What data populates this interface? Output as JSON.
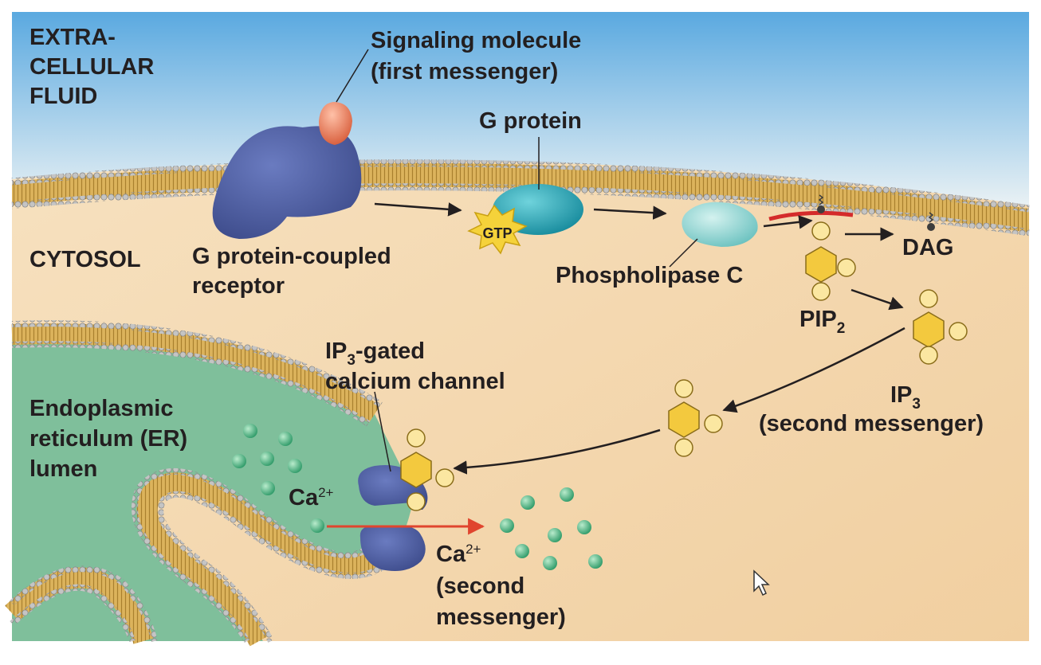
{
  "labels": {
    "extracellular": [
      "EXTRA-",
      "CELLULAR",
      "FLUID"
    ],
    "cytosol": "CYTOSOL",
    "signaling_molecule": [
      "Signaling molecule",
      "(first messenger)"
    ],
    "g_protein": "G protein",
    "gpcr": [
      "G protein-coupled",
      "receptor"
    ],
    "gtp": "GTP",
    "phospholipase": "Phospholipase C",
    "dag": "DAG",
    "pip": {
      "base": "PIP",
      "sub": "2"
    },
    "ip3": {
      "base": "IP",
      "sub": "3",
      "caption": "(second messenger)"
    },
    "channel": {
      "base": "IP",
      "sub": "3",
      "rest": "-gated",
      "line2": "calcium channel"
    },
    "er": [
      "Endoplasmic",
      "reticulum (ER)",
      "lumen"
    ],
    "ca_inside": {
      "base": "Ca",
      "sup": "2+"
    },
    "ca_outside": {
      "base": "Ca",
      "sup": "2+",
      "line2": "(second",
      "line3": "messenger)"
    }
  },
  "colors": {
    "extracellular_top": "#5aa9e0",
    "extracellular_bottom": "#e9f1f4",
    "cytosol": "#f6dcb6",
    "membrane_head": "#bfbfbf",
    "membrane_tail": "#d4a64a",
    "er_lumen": "#7fbf9b",
    "receptor": "#4f5fa0",
    "signal_molecule": "#e8846a",
    "g_protein": "#2ea9b8",
    "phospholipase": "#8fd6d2",
    "gtp": "#f5d23a",
    "inositol": "#f3c93e",
    "phosphate": "#fbe7a1",
    "calcium": "#3caa78",
    "red_arrow": "#e0452e"
  },
  "icons": [
    "receptor-shape",
    "signaling-molecule-blob",
    "g-protein-blob",
    "gtp-starburst",
    "phospholipase-blob",
    "inositol-hexagon",
    "calcium-ion",
    "channel-shape",
    "cursor-icon"
  ]
}
